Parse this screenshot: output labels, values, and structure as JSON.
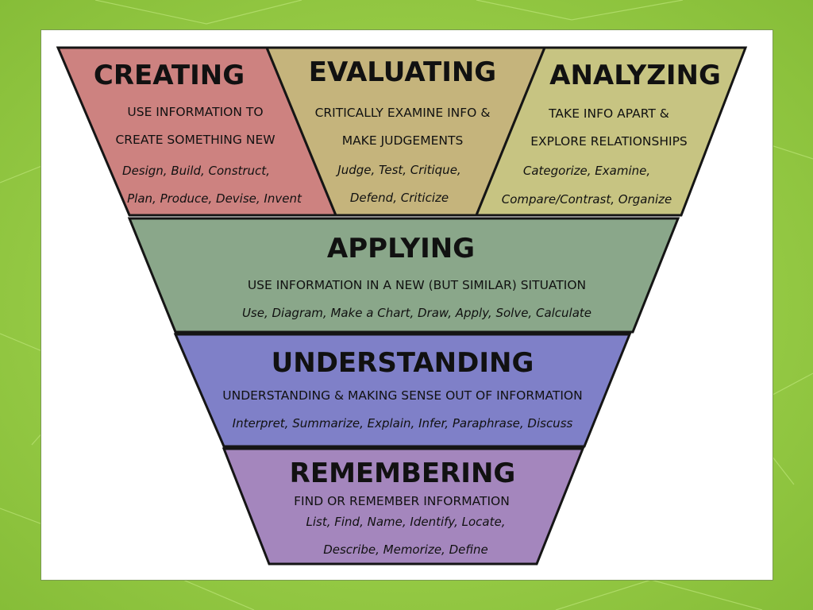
{
  "colors": {
    "creating": "#cd8280",
    "evaluating": "#c5b47c",
    "analyzing": "#c7c482",
    "applying": "#8aa78a",
    "understanding": "#7f80c8",
    "remembering": "#a486bd",
    "outline": "#151515",
    "background": "#97cb46"
  },
  "levels": {
    "creating": {
      "title": "CREATING",
      "desc": [
        "USE INFORMATION TO",
        "CREATE SOMETHING NEW"
      ],
      "verbs": [
        "Design, Build, Construct,",
        "Plan, Produce, Devise, Invent"
      ]
    },
    "evaluating": {
      "title": "EVALUATING",
      "desc": [
        "CRITICALLY EXAMINE INFO &",
        "MAKE JUDGEMENTS"
      ],
      "verbs": [
        "Judge, Test, Critique,",
        "Defend, Criticize"
      ]
    },
    "analyzing": {
      "title": "ANALYZING",
      "desc": [
        "TAKE INFO APART &",
        "EXPLORE RELATIONSHIPS"
      ],
      "verbs": [
        "Categorize, Examine,",
        "Compare/Contrast, Organize"
      ]
    },
    "applying": {
      "title": "APPLYING",
      "desc": [
        "USE INFORMATION IN A NEW (BUT SIMILAR) SITUATION"
      ],
      "verbs": [
        "Use, Diagram, Make a Chart, Draw, Apply, Solve, Calculate"
      ]
    },
    "understanding": {
      "title": "UNDERSTANDING",
      "desc": [
        "UNDERSTANDING & MAKING SENSE OUT OF INFORMATION"
      ],
      "verbs": [
        "Interpret, Summarize, Explain, Infer, Paraphrase, Discuss"
      ]
    },
    "remembering": {
      "title": "REMEMBERING",
      "desc": [
        "FIND OR REMEMBER INFORMATION"
      ],
      "verbs": [
        "List, Find, Name, Identify, Locate,",
        "Describe, Memorize, Define"
      ]
    }
  }
}
